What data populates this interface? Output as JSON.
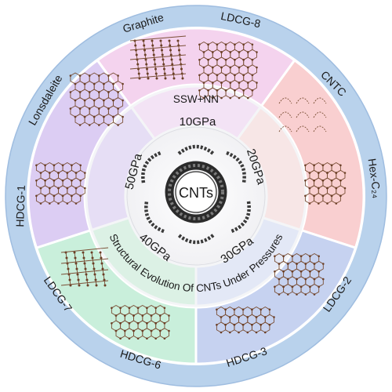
{
  "outer_ring": {
    "labels": {
      "graphite": "Graphite",
      "ldcg8": "LDCG-8",
      "cntc": "CNTC",
      "hexc24": "Hex-C₂₄",
      "ldcg2": "LDCG-2",
      "hdcg3": "HDCG-3",
      "hdcg6": "HDCG-6",
      "ldcg7": "LDCG-7",
      "hdcg1": "HDCG-1",
      "lonsdaleite": "Lonsdaleite"
    }
  },
  "pressure_ring": {
    "p10": "10GPa",
    "p20": "20GPa",
    "p30": "30GPa",
    "p40": "40GPa",
    "p50": "50GPa"
  },
  "method_label": "SSW+NN",
  "caption": "Structural Evolution Of CNTs Under Pressures",
  "center_label": "CNTs",
  "colors": {
    "outer_band": "#b9d2ec",
    "pink": "#f4d3ee",
    "salmon": "#f9cfd0",
    "blue": "#c6d2f0",
    "green": "#c9efdb",
    "purple": "#dccdf3",
    "pressure_band": "#eef0f3",
    "core": "#ffffff"
  }
}
